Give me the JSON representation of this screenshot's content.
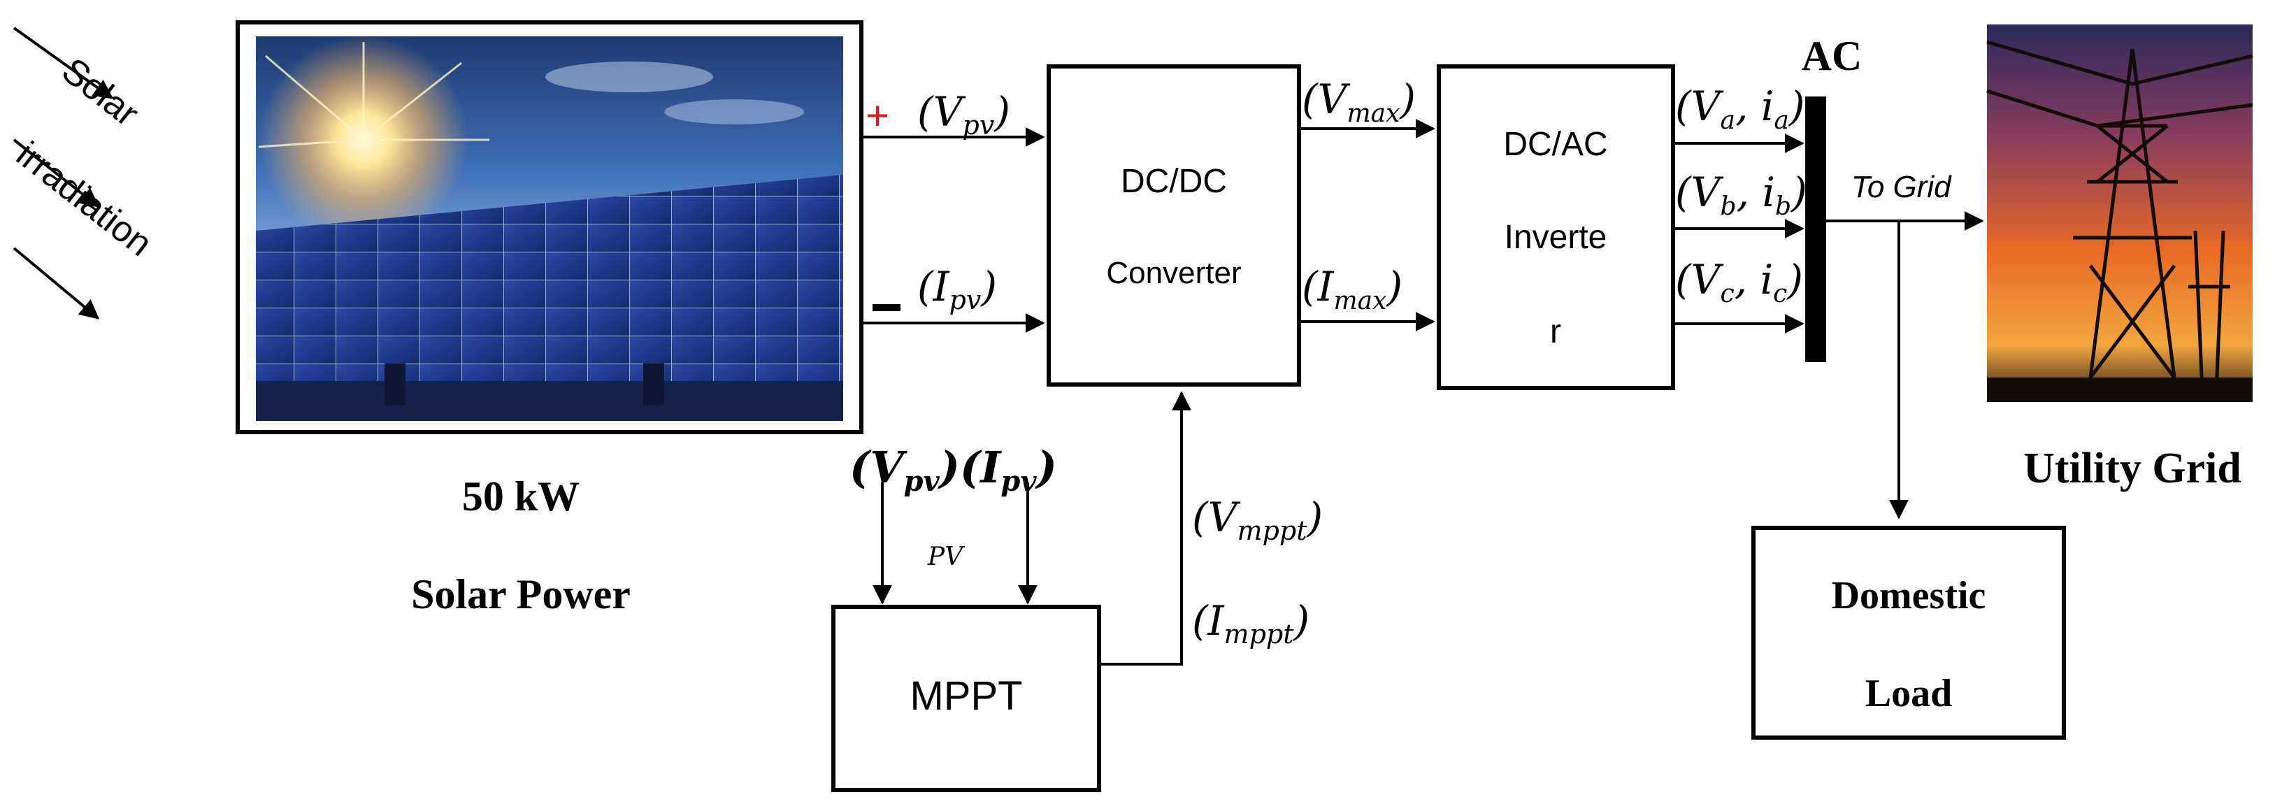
{
  "irradiation": {
    "line1": "Solar",
    "line2": "irradiation"
  },
  "pv_panel": {
    "label_power": "50 kW",
    "label_name": "Solar Power",
    "plus": "+",
    "minus": "−",
    "v_label": "(V",
    "v_sub": "pv",
    "i_label": "(I",
    "i_sub": "pv",
    "close": ")"
  },
  "converter": {
    "line1": "DC/DC",
    "line2": "Converter",
    "vmax_label": "(V",
    "vmax_sub": "max",
    "imax_label": "(I",
    "imax_sub": "max",
    "close": ")"
  },
  "inverter": {
    "line1": "DC/AC",
    "line2": "Inverte",
    "line3": "r"
  },
  "phases": [
    {
      "v": "V",
      "v_sub": "a",
      "i": "i",
      "i_sub": "a"
    },
    {
      "v": "V",
      "v_sub": "b",
      "i": "i",
      "i_sub": "b"
    },
    {
      "v": "V",
      "v_sub": "c",
      "i": "i",
      "i_sub": "c"
    }
  ],
  "bus": {
    "label": "AC",
    "to_grid": "To Grid"
  },
  "grid": {
    "label": "Utility Grid"
  },
  "load": {
    "line1": "Domestic",
    "line2": "Load"
  },
  "mppt": {
    "label": "MPPT",
    "vin_label": "(V",
    "vin_sub": "pv",
    "iin_label": "(I",
    "iin_sub": "pv",
    "close": ")",
    "pv_small": "PV",
    "vmppt_label": "(V",
    "vmppt_sub": "mppt",
    "impppt_label": "(I",
    "impppt_sub": "mppt"
  },
  "colors": {
    "line": "#000000",
    "plus": "#e0191e",
    "sky_top": "#1f3f7a",
    "panel": "#1b3a8c",
    "sunset": "#e2631c"
  }
}
